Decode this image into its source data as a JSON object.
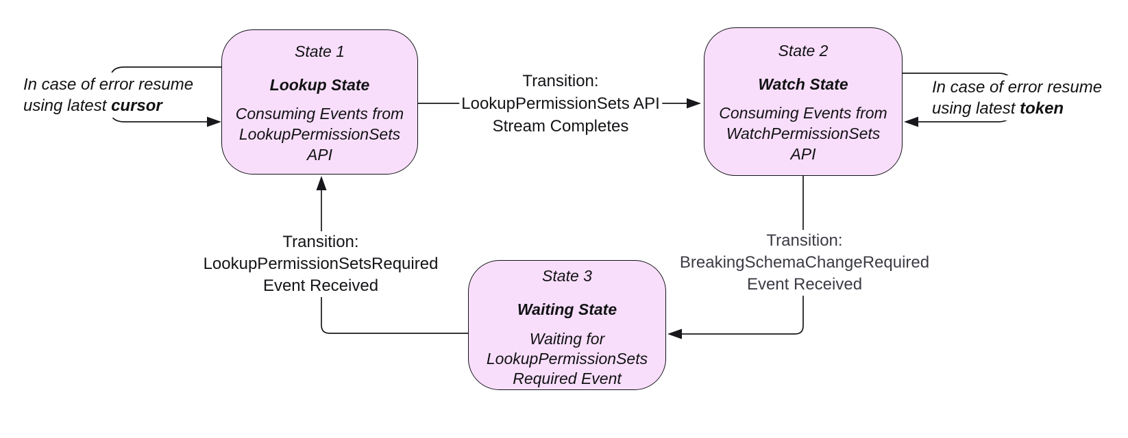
{
  "diagram": {
    "background_color": "#ffffff",
    "state_fill_color": "#f8defb",
    "state_border_color": "#111114",
    "line_color": "#17171c",
    "muted_label_color": "#3b3b44"
  },
  "states": [
    {
      "id": "state1",
      "title": "State 1",
      "name": "Lookup State",
      "description": "Consuming Events from LookupPermissionSets API"
    },
    {
      "id": "state2",
      "title": "State 2",
      "name": "Watch State",
      "description": "Consuming Events from WatchPermissionSets API"
    },
    {
      "id": "state3",
      "title": "State 3",
      "name": "Waiting State",
      "description": "Waiting for LookupPermissionSets Required Event"
    }
  ],
  "transitions": [
    {
      "from": "state1",
      "to": "state2",
      "lines": [
        "Transition:",
        "LookupPermissionSets API",
        "Stream Completes"
      ]
    },
    {
      "from": "state2",
      "to": "state3",
      "lines": [
        "Transition:",
        "BreakingSchemaChangeRequired",
        "Event Received"
      ]
    },
    {
      "from": "state3",
      "to": "state1",
      "lines": [
        "Transition:",
        "LookupPermissionSetsRequired",
        "Event Received"
      ]
    }
  ],
  "error_loops": [
    {
      "attached_to": "state1",
      "line1": "In case of error resume",
      "line2_prefix": "using latest ",
      "bold_word": "cursor"
    },
    {
      "attached_to": "state2",
      "line1": "In case of error resume",
      "line2_prefix": "using latest ",
      "bold_word": "token"
    }
  ]
}
